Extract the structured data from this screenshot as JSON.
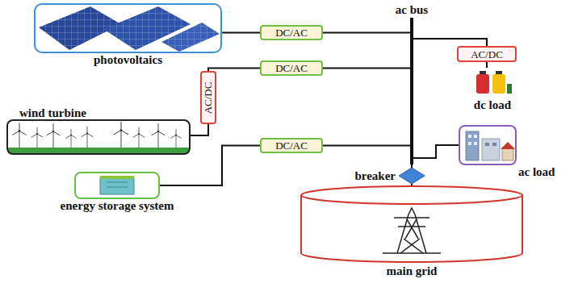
{
  "diagram": {
    "nodes": [
      {
        "text": [
          "photovoltaics"
        ]
      },
      {
        "text": [
          "DC/AC"
        ]
      },
      {
        "text": [
          "ac bus"
        ]
      },
      {
        "text": [
          "DC/AC"
        ]
      },
      {
        "text": [
          "AC/DC"
        ]
      },
      {
        "text": [
          "AC/DC"
        ]
      },
      {
        "text": [
          "wind turbine"
        ]
      },
      {
        "text": [
          "dc load"
        ]
      },
      {
        "text": [
          "ac load"
        ]
      },
      {
        "text": [
          "DC/AC"
        ]
      },
      {
        "text": [
          "energy storage system"
        ]
      },
      {
        "text": [
          "breaker"
        ]
      },
      {
        "text": [
          "main grid"
        ]
      }
    ],
    "edges": [
      {
        "from": 0,
        "to": 1,
        "arrow": "none"
      },
      {
        "from": 1,
        "to": 2,
        "arrow": "none"
      },
      {
        "from": 6,
        "to": 4,
        "arrow": "none"
      },
      {
        "from": 4,
        "to": 3,
        "arrow": "none"
      },
      {
        "from": 3,
        "to": 2,
        "arrow": "none"
      },
      {
        "from": 10,
        "to": 9,
        "arrow": "none"
      },
      {
        "from": 9,
        "to": 2,
        "arrow": "none"
      },
      {
        "from": 2,
        "to": 5,
        "arrow": "none"
      },
      {
        "from": 5,
        "to": 7,
        "arrow": "none"
      },
      {
        "from": 2,
        "to": 8,
        "arrow": "none"
      },
      {
        "from": 2,
        "to": 11,
        "arrow": "none"
      },
      {
        "from": 11,
        "to": 12,
        "arrow": "none"
      }
    ]
  }
}
